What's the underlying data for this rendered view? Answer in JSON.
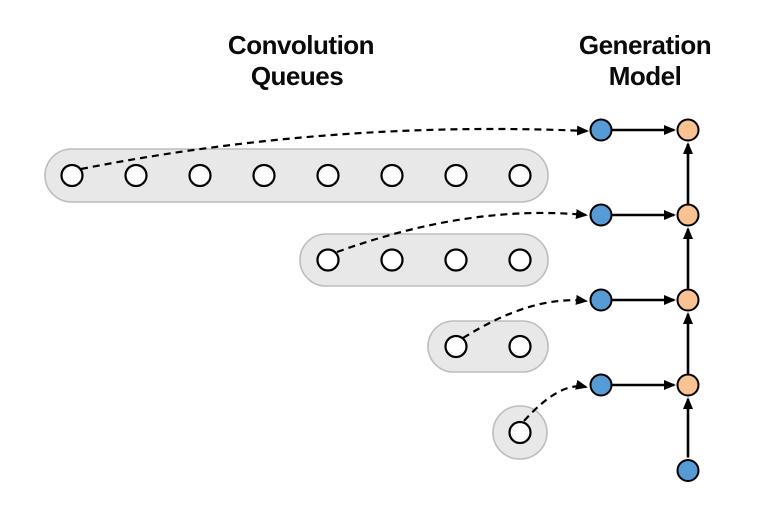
{
  "titles": {
    "left_line1": "Convolution",
    "left_line2": "Queues",
    "right_line1": "Generation",
    "right_line2": "Model"
  },
  "colors": {
    "background": "#FFFFFF",
    "node_blue": "#569BD5",
    "node_orange": "#F8C292",
    "queue_fill": "#E8E8E8",
    "queue_border": "#BDBDBD",
    "slot_fill": "#FFFFFF",
    "outline": "#000000"
  },
  "queues": [
    {
      "name": "queue-row-1",
      "slots": 8
    },
    {
      "name": "queue-row-2",
      "slots": 4
    },
    {
      "name": "queue-row-3",
      "slots": 2
    },
    {
      "name": "queue-row-4",
      "slots": 1
    }
  ],
  "generation": {
    "rows": 4,
    "blue_nodes": 5,
    "orange_nodes": 4
  }
}
